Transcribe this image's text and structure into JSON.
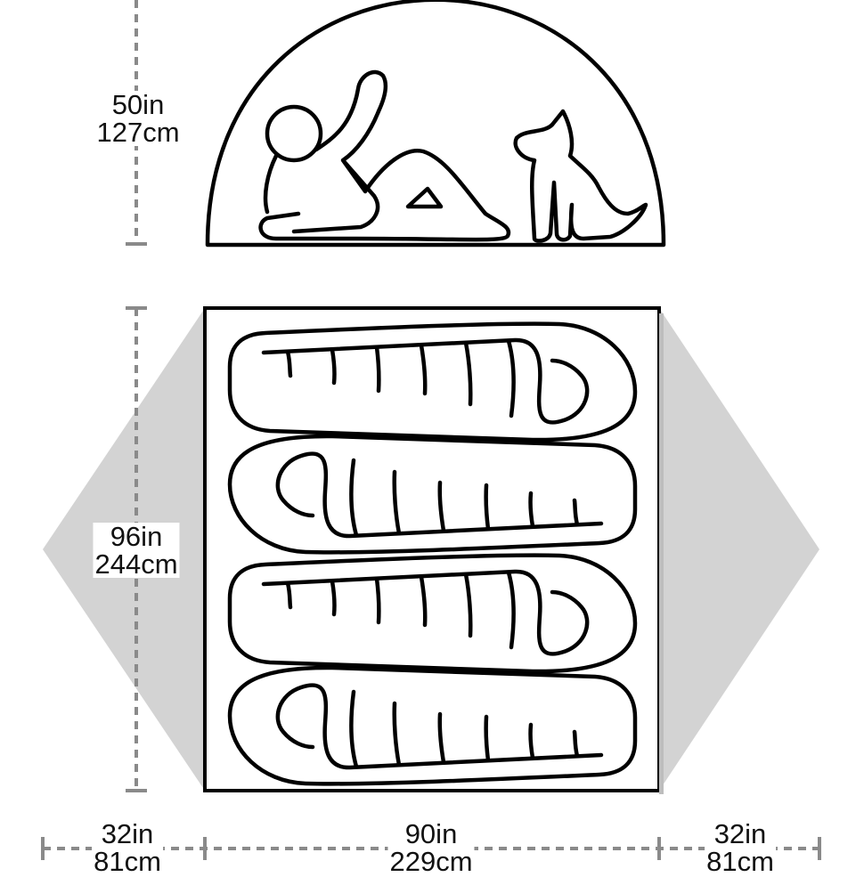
{
  "height_label": {
    "imperial": "50in",
    "metric": "127cm"
  },
  "length_label": {
    "imperial": "96in",
    "metric": "244cm"
  },
  "width_labels": [
    {
      "imperial": "32in",
      "metric": "81cm"
    },
    {
      "imperial": "90in",
      "metric": "229cm"
    },
    {
      "imperial": "32in",
      "metric": "81cm"
    }
  ],
  "colors": {
    "vestibule": "#d3d3d3",
    "dimension_line": "#8a8a8a",
    "outline": "#000000"
  },
  "sleeping_bag_count": 4
}
